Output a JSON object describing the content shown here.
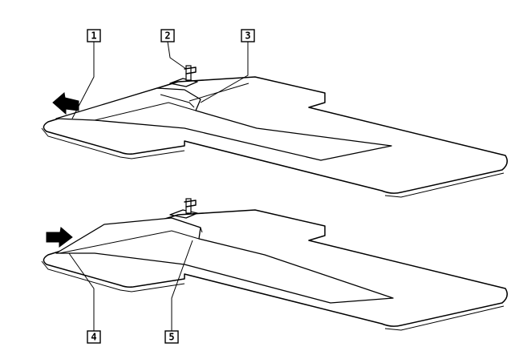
{
  "callouts": [
    {
      "id": "1",
      "label": "1"
    },
    {
      "id": "2",
      "label": "2"
    },
    {
      "id": "3",
      "label": "3"
    },
    {
      "id": "4",
      "label": "4"
    },
    {
      "id": "5",
      "label": "5"
    }
  ],
  "arrows": [
    {
      "name": "slide-out-arrow",
      "direction": "left"
    },
    {
      "name": "slide-in-arrow",
      "direction": "right"
    }
  ]
}
